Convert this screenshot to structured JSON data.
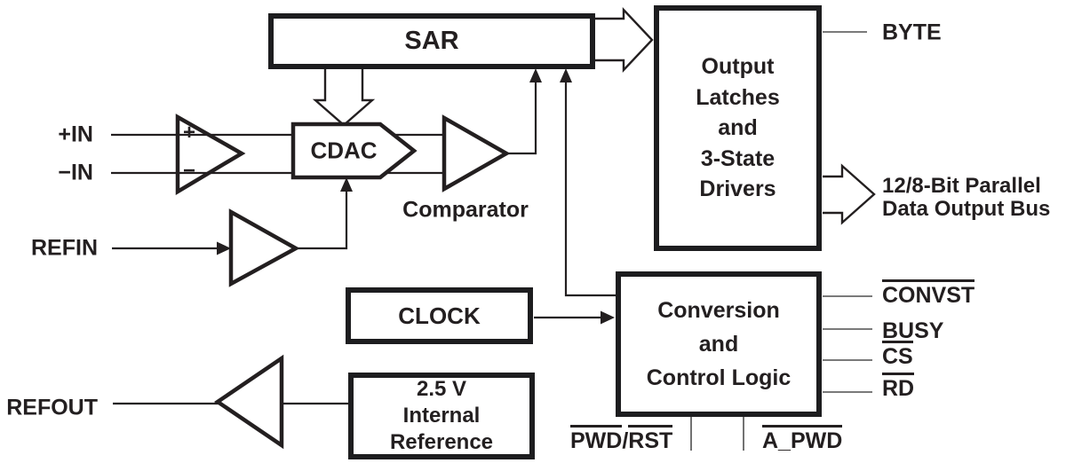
{
  "diagram": {
    "blocks": {
      "sar": {
        "label": "SAR"
      },
      "output_latches": {
        "lines": [
          "Output",
          "Latches",
          "and",
          "3-State",
          "Drivers"
        ]
      },
      "clock": {
        "label": "CLOCK"
      },
      "conversion_logic": {
        "lines": [
          "Conversion",
          "and",
          "Control Logic"
        ]
      },
      "internal_reference": {
        "lines": [
          "2.5 V",
          "Internal",
          "Reference"
        ]
      },
      "cdac": {
        "label": "CDAC"
      }
    },
    "input_amplifier": {
      "plus": "+",
      "minus": "−"
    },
    "comparator": {
      "label": "Comparator"
    },
    "pins": {
      "in_plus": "+IN",
      "in_minus": "−IN",
      "refin": "REFIN",
      "refout": "REFOUT",
      "byte": "BYTE",
      "parallel_bus_line1": "12/8-Bit Parallel",
      "parallel_bus_line2": "Data Output Bus",
      "convst": "CONVST",
      "busy": "BUSY",
      "cs": "CS",
      "rd": "RD",
      "pwd": "PWD",
      "pwd_rst_separator": "/",
      "rst": "RST",
      "a_pwd": "A_PWD"
    },
    "colors": {
      "ink": "#231f20",
      "thin_line": "#4f4f4f",
      "background": "#ffffff"
    }
  }
}
